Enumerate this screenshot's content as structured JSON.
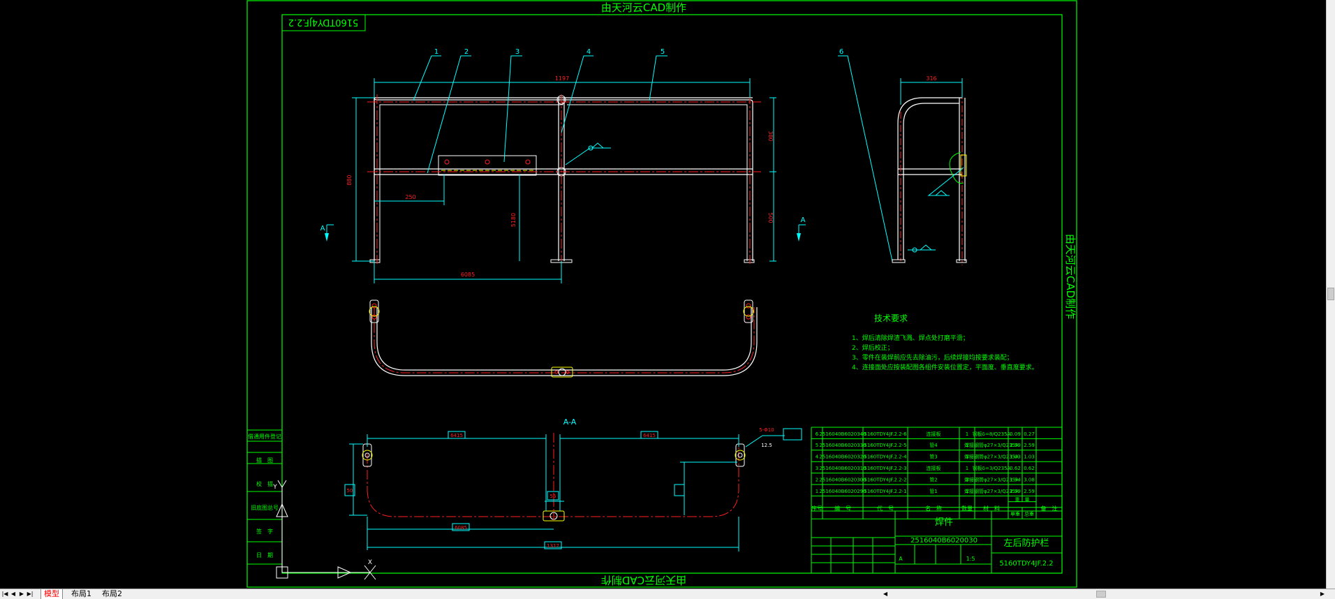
{
  "sheet": {
    "top_banner": "由天河云CAD制作",
    "bottom_banner": "由天河云CAD制作",
    "side_banner": "由天河云CAD制作",
    "corner_code": "5160TDY4JF.2.2"
  },
  "balloons": [
    "1",
    "2",
    "3",
    "4",
    "5",
    "6"
  ],
  "dimensions": {
    "front_total": "1197",
    "front_height": "880",
    "front_upper": "380",
    "front_lower": "500",
    "front_offset": "250",
    "front_post": "5180",
    "front_half": "6085",
    "side_width": "316",
    "aa_left": "6415",
    "aa_right": "6415",
    "aa_lower": "6085",
    "aa_total": "1317",
    "aa_tag_top": "5-Φ10",
    "aa_tag_sub": "12.5",
    "aa_small": "56",
    "aa_small2": "50"
  },
  "section_view": {
    "mark_left": "A",
    "mark_right": "A",
    "title": "A-A"
  },
  "tech_requirements": {
    "title": "技术要求",
    "items": [
      "1、焊后清除焊渣飞溅、焊点处打磨平滑；",
      "2、焊后校正；",
      "3、零件在装焊前应先去除油污，后续焊接均按要求装配；",
      "4、连接面处应按装配图各组件安装位置定，平面度、垂直度要求。"
    ]
  },
  "bom": {
    "rows": [
      {
        "no": "6",
        "code": "2516040B6020340",
        "drawing": "5160TDY4JF.2.2-6",
        "name": "连接板",
        "qty": "1",
        "material": "钢板δ=8/Q235A",
        "unit": "0.09",
        "total": "0.27"
      },
      {
        "no": "5",
        "code": "2516040B6020330",
        "drawing": "5160TDY4JF.2.2-5",
        "name": "管4",
        "qty": "1",
        "material": "焊接钢管φ27×3/Q235A",
        "unit": "2.59",
        "total": "2.59"
      },
      {
        "no": "4",
        "code": "2516040B6020320",
        "drawing": "5160TDY4JF.2.2-4",
        "name": "管3",
        "qty": "1",
        "material": "焊接钢管φ27×3/Q235A",
        "unit": "1.03",
        "total": "1.03"
      },
      {
        "no": "3",
        "code": "2516040B6020310",
        "drawing": "5160TDY4JF.2.2-3",
        "name": "连接板",
        "qty": "1",
        "material": "钢板δ=3/Q235A",
        "unit": "0.62",
        "total": "0.62"
      },
      {
        "no": "2",
        "code": "2516040B6020300",
        "drawing": "5160TDY4JF.2.2-2",
        "name": "管2",
        "qty": "2",
        "material": "焊接钢管φ27×3/Q235A",
        "unit": "1.54",
        "total": "3.08"
      },
      {
        "no": "1",
        "code": "2516040B6020290",
        "drawing": "5160TDY4JF.2.2-1",
        "name": "管1",
        "qty": "1",
        "material": "焊接钢管φ27×3/Q235A",
        "unit": "2.59",
        "total": "2.59"
      }
    ],
    "header": [
      "序号",
      "编　号",
      "代　号",
      "名　称",
      "数量",
      "材　料",
      "单重",
      "总重",
      "备　注"
    ],
    "weight_header": "重　量"
  },
  "title_block": {
    "part_type": "焊件",
    "part_code": "2516040B6020030",
    "part_name": "左后防护栏",
    "drawing_code": "5160TDY4JF.2.2",
    "stage": "A",
    "ratio": "1:5"
  },
  "left_strip": [
    "借通用件登记",
    "描　图",
    "校　描",
    "旧底图总号",
    "签　字",
    "日　期"
  ],
  "ucs": {
    "y": "Y",
    "x": "X"
  },
  "statusbar": {
    "nav": [
      "|◀",
      "◀",
      "▶",
      "▶|"
    ],
    "tabs": [
      "模型",
      "布局1",
      "布局2"
    ],
    "active_tab": 0
  },
  "colors": {
    "frame": "#00ff00",
    "dimension": "#00ffff",
    "centerline": "#ff2020",
    "geometry": "#ffffff",
    "background": "#000000"
  }
}
